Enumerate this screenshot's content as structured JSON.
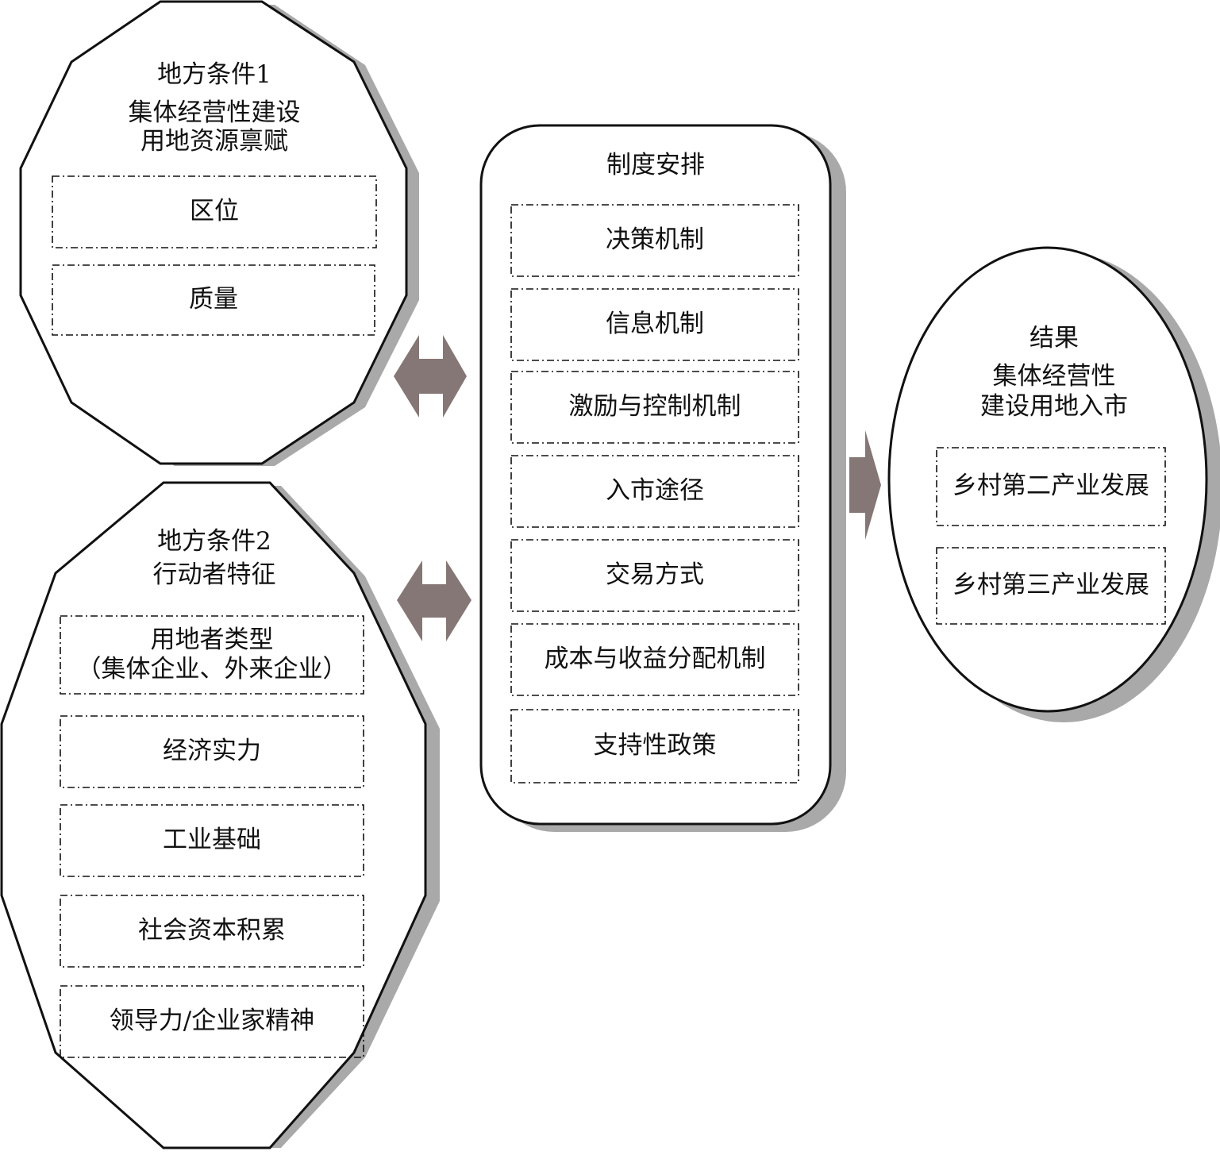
{
  "condition1": {
    "title_lines": [
      "地方条件1",
      "集体经营性建设",
      "用地资源禀赋"
    ],
    "items": [
      "区位",
      "质量"
    ]
  },
  "condition2": {
    "title_lines": [
      "地方条件2",
      "行动者特征"
    ],
    "items": [
      [
        "用地者类型",
        "（集体企业、外来企业）"
      ],
      [
        "经济实力"
      ],
      [
        "工业基础"
      ],
      [
        "社会资本积累"
      ],
      [
        "领导力/企业家精神"
      ]
    ]
  },
  "institution": {
    "title": "制度安排",
    "items": [
      "决策机制",
      "信息机制",
      "激励与控制机制",
      "入市途径",
      "交易方式",
      "成本与收益分配机制",
      "支持性政策"
    ]
  },
  "result": {
    "title_lines": [
      "结果",
      "集体经营性",
      "建设用地入市"
    ],
    "items": [
      "乡村第二产业发展",
      "乡村第三产业发展"
    ]
  },
  "colors": {
    "arrow": "#857775",
    "shadow": "#a9a9a9",
    "stroke": "#111111"
  }
}
